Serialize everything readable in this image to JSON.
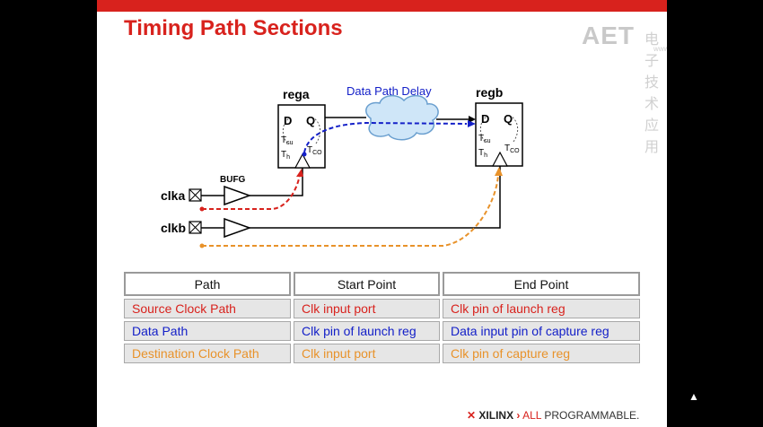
{
  "slide": {
    "title": "Timing Path Sections",
    "watermark": {
      "brand": "AET",
      "glyphs": "电子技术应用",
      "url": "www.ChinaAET.com"
    }
  },
  "diagram": {
    "rega_label": "rega",
    "regb_label": "regb",
    "cloud_label": "Data Path Delay",
    "bufg_label": "BUFG",
    "clka_label": "clka",
    "clkb_label": "clkb",
    "pin_d": "D",
    "pin_q": "Q",
    "tsu": "T",
    "tsu_sub": "su",
    "th": "T",
    "th_sub": "h",
    "tco": "T",
    "tco_sub": "CO"
  },
  "colors": {
    "red": "#d8221d",
    "blue": "#1420c8",
    "orange": "#e8922a",
    "cloud": "#cfe6f8"
  },
  "table": {
    "headers": [
      "Path",
      "Start Point",
      "End Point"
    ],
    "rows": [
      {
        "path": "Source Clock Path",
        "start": "Clk input port",
        "end": "Clk pin of launch reg",
        "color": "#d8221d"
      },
      {
        "path": "Data Path",
        "start": "Clk pin of launch reg",
        "end": "Data input pin of capture reg",
        "color": "#1420c8"
      },
      {
        "path": "Destination Clock Path",
        "start": "Clk input port",
        "end": "Clk pin of capture reg",
        "color": "#e8922a"
      }
    ]
  },
  "footer": {
    "brand": "XILINX",
    "tagline_accent": "ALL",
    "tagline": "PROGRAMMABLE."
  }
}
